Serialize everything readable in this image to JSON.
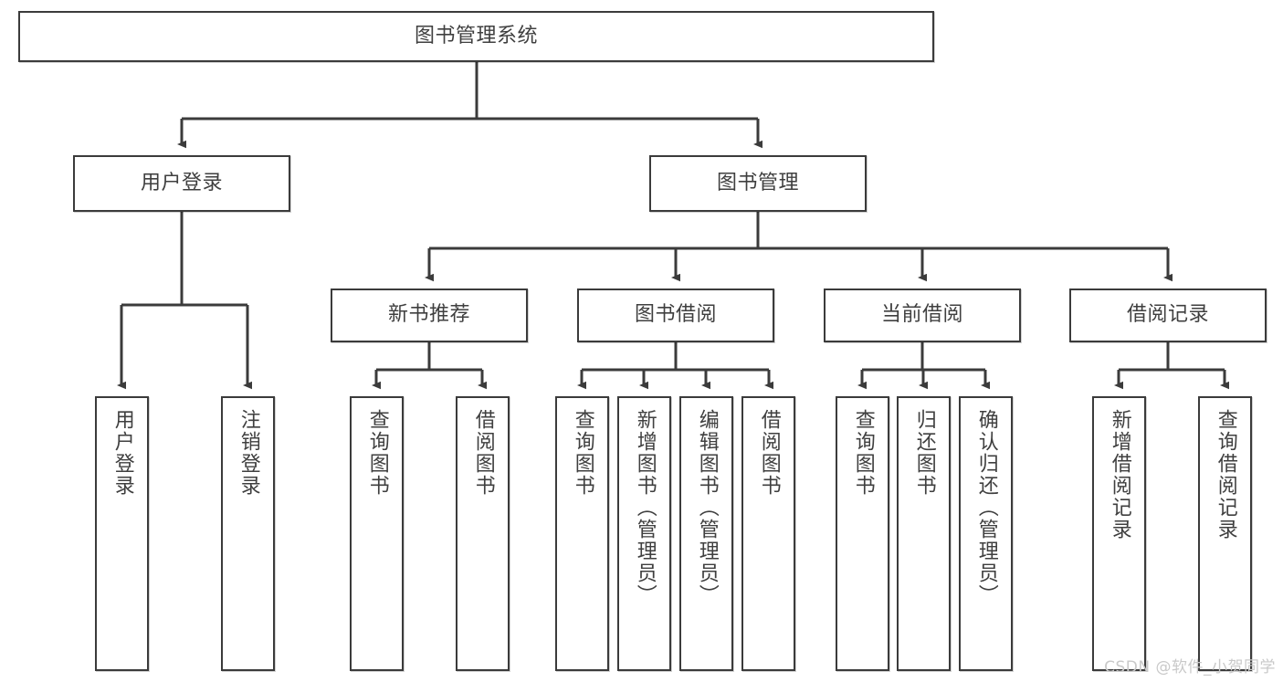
{
  "diagram": {
    "title": "图书管理系统",
    "type": "tree-hierarchy-chart",
    "stroke_color": "#3b3b3b",
    "text_color": "#3f3f3f",
    "background_color": "#ffffff",
    "root": {
      "label": "图书管理系统"
    },
    "level2": [
      {
        "label": "用户登录"
      },
      {
        "label": "图书管理"
      }
    ],
    "level3": [
      {
        "label": "新书推荐"
      },
      {
        "label": "图书借阅"
      },
      {
        "label": "当前借阅"
      },
      {
        "label": "借阅记录"
      }
    ],
    "leaves": {
      "user_login": [
        {
          "label": "用户登录"
        },
        {
          "label": "注销登录"
        }
      ],
      "new_book_recommend": [
        {
          "label": "查询图书"
        },
        {
          "label": "借阅图书"
        }
      ],
      "book_borrow": [
        {
          "label": "查询图书"
        },
        {
          "label": "新增图书（管理员）"
        },
        {
          "label": "编辑图书（管理员）"
        },
        {
          "label": "借阅图书"
        }
      ],
      "current_borrow": [
        {
          "label": "查询图书"
        },
        {
          "label": "归还图书"
        },
        {
          "label": "确认归还（管理员）"
        }
      ],
      "borrow_record": [
        {
          "label": "新增借阅记录"
        },
        {
          "label": "查询借阅记录"
        }
      ]
    }
  },
  "watermark": {
    "text": "CSDN @软件_小贺同学"
  }
}
